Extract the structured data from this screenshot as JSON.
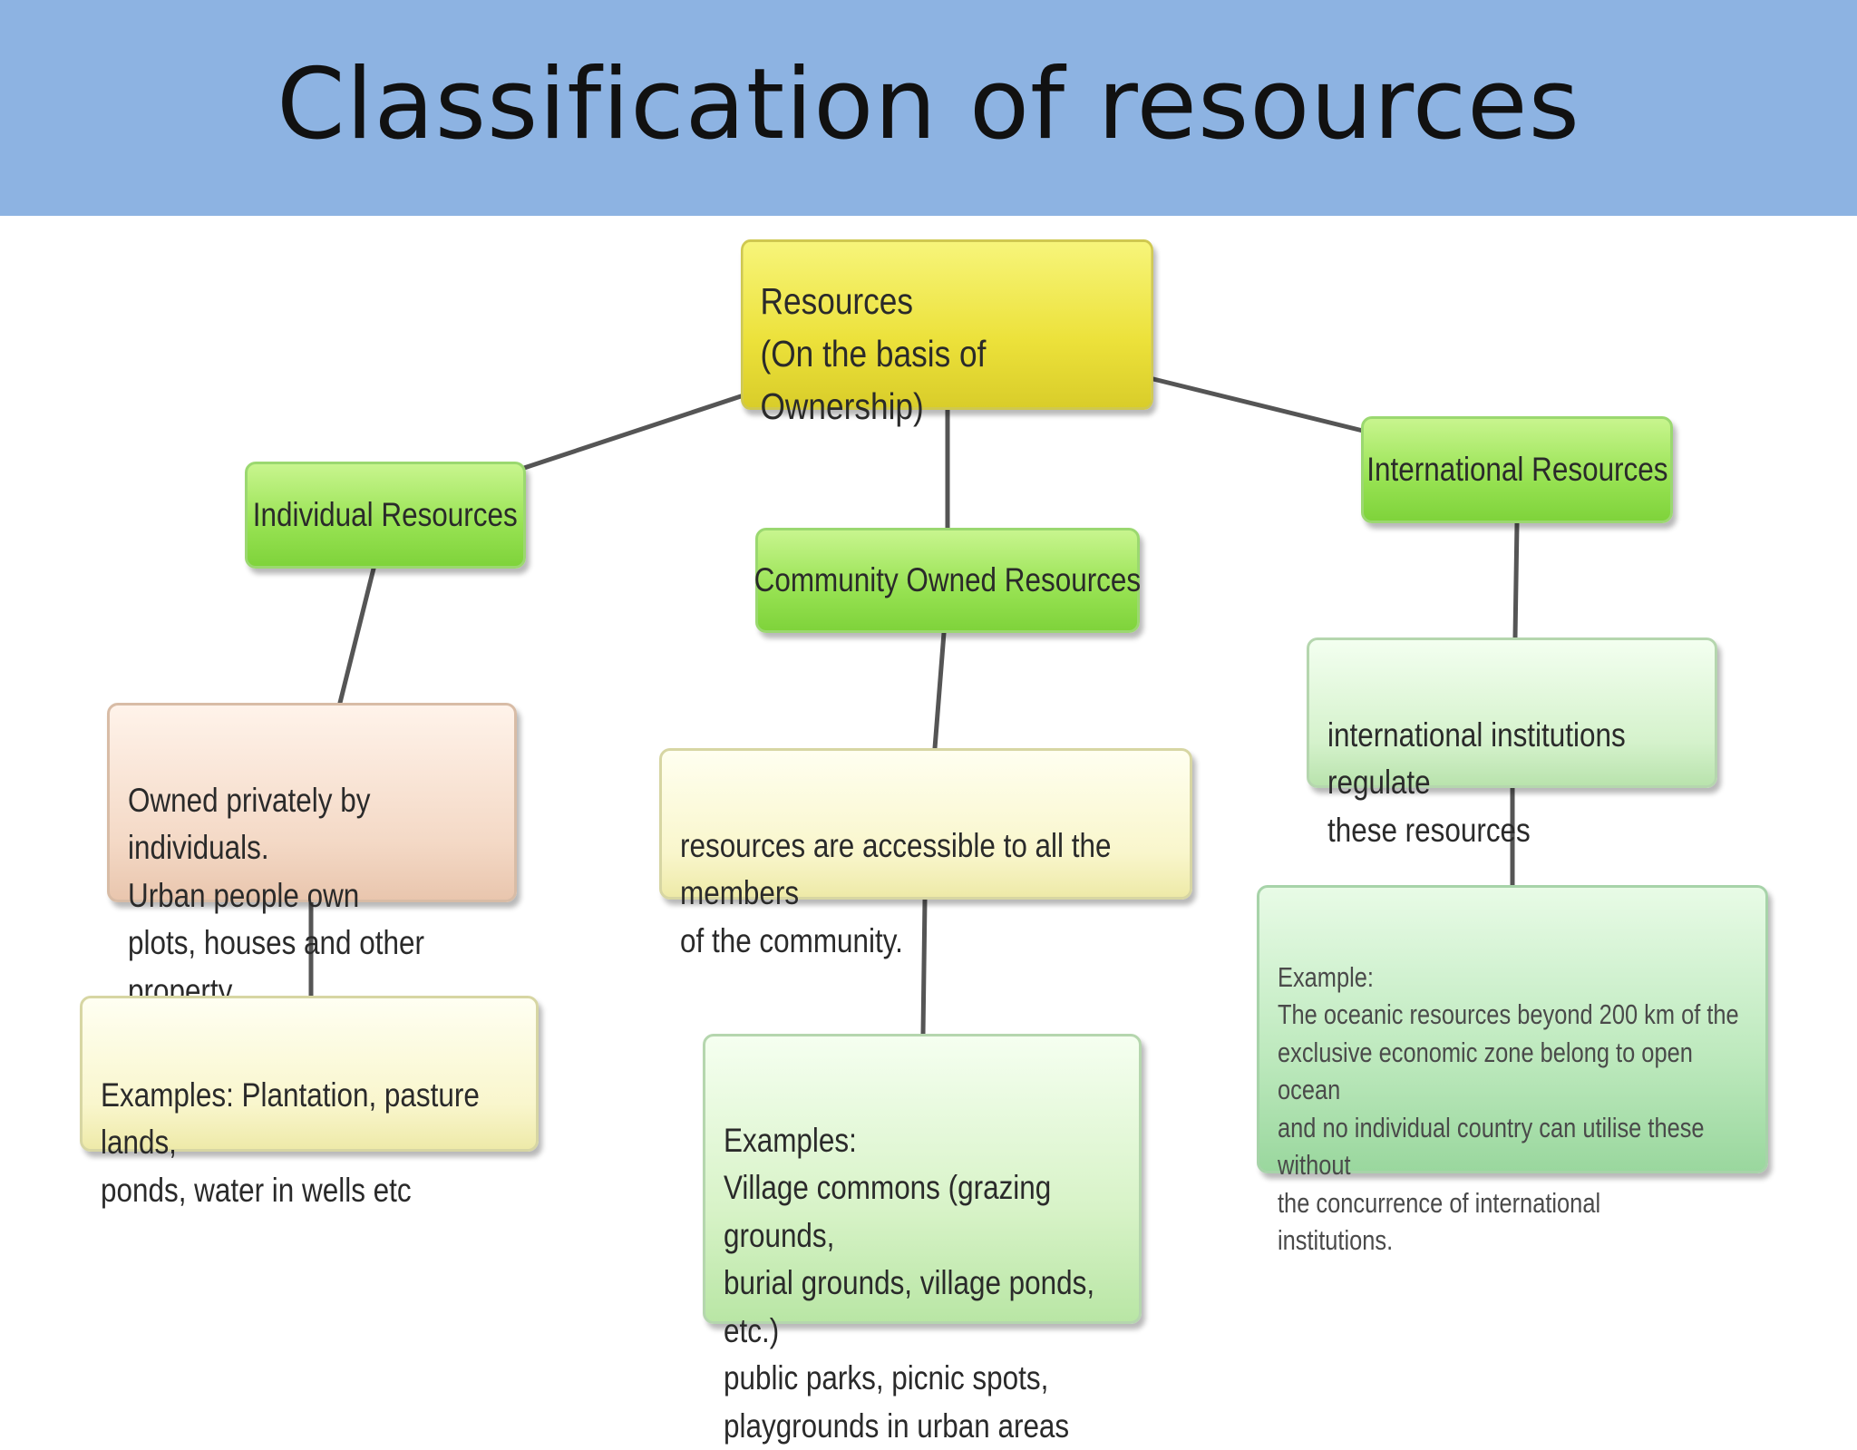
{
  "slide": {
    "title": "Classification of resources",
    "header_color": "#8db3e2"
  },
  "diagram": {
    "root": {
      "label": "Resources\n(On the basis of Ownership)"
    },
    "branches": [
      {
        "label": "Individual Resources",
        "description": "Owned privately by individuals.\nUrban people own\nplots, houses and other property",
        "examples": "Examples: Plantation, pasture lands,\nponds, water in wells etc"
      },
      {
        "label": "Community Owned Resources",
        "description": "resources are accessible to all the members\nof the community.",
        "examples": "Examples:\nVillage commons (grazing grounds,\nburial grounds, village ponds, etc.)\npublic parks, picnic spots,\nplaygrounds in urban areas"
      },
      {
        "label": "International Resources",
        "description": "international institutions regulate\nthese resources",
        "examples": "Example:\nThe oceanic resources beyond 200 km of the\nexclusive economic zone belong to open ocean\nand no individual country can utilise these without\nthe concurrence of international\ninstitutions."
      }
    ]
  }
}
